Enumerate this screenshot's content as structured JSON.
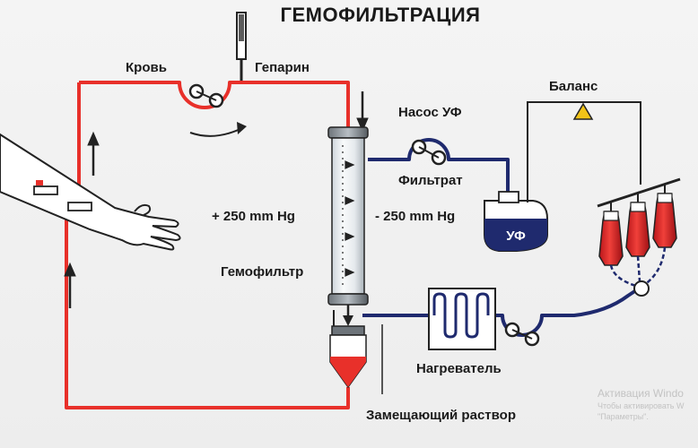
{
  "title": "ГЕМОФИЛЬТРАЦИЯ",
  "labels": {
    "blood": "Кровь",
    "heparin": "Гепарин",
    "uf_pump": "Насос УФ",
    "balance": "Баланс",
    "filtrate": "Фильтрат",
    "pressure_plus": "+ 250 mm Hg",
    "pressure_minus": "- 250 mm Hg",
    "uf_container": "УФ",
    "hemofilter": "Гемофильтр",
    "heater": "Нагреватель",
    "replacement_solution": "Замещающий раствор"
  },
  "watermark": {
    "line1": "Активация Windo",
    "line2": "Чтобы активировать W",
    "line3": "\"Параметры\"."
  },
  "colors": {
    "blood_line": "#e8302a",
    "filtrate_line": "#1f2a6e",
    "ink": "#1a1a1a",
    "balance_marker": "#f2c418"
  }
}
